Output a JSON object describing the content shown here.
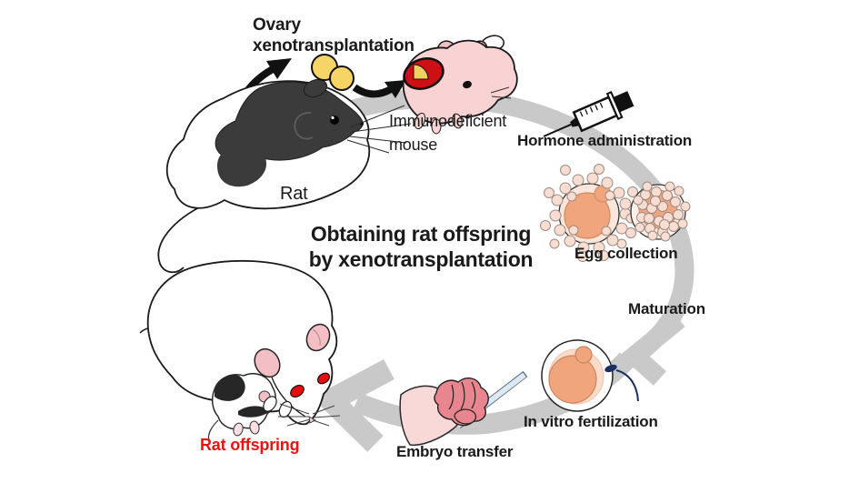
{
  "title": {
    "line1": "Obtaining rat offspring",
    "line2": "by xenotransplantation"
  },
  "steps": {
    "ovary_line1": "Ovary",
    "ovary_line2": "xenotransplantation",
    "rat": "Rat",
    "immuno_line1": "Immunodeficient",
    "immuno_line2": "mouse",
    "hormone": "Hormone administration",
    "egg_collection": "Egg collection",
    "maturation": "Maturation",
    "ivf": "In vitro fertilization",
    "embryo_transfer": "Embryo transfer",
    "rat_offspring": "Rat offspring"
  },
  "colors": {
    "background": "#ffffff",
    "cycle_arrow_gray": "#c9c9c9",
    "label_black": "#1a1a1a",
    "offspring_red": "#ee1111",
    "rat_hood_dark": "#3b3b3b",
    "mouse_pink": "#f9d2d4",
    "ear_pink": "#f3bfc4",
    "ovary_yellow": "#f6d566",
    "graft_red": "#cc1016",
    "graft_wedge_yellow": "#f0d060",
    "egg_orange": "#f0a57c",
    "cumulus_pink": "#f8ddd0",
    "sperm_navy": "#1b2f63",
    "pipette_blue": "#dce9f5",
    "pipette_liquid_pink": "#f2a8ba",
    "hand_pink": "#f9d8d8",
    "finger_pink": "#e8858f",
    "eye_red": "#e80c0c"
  }
}
